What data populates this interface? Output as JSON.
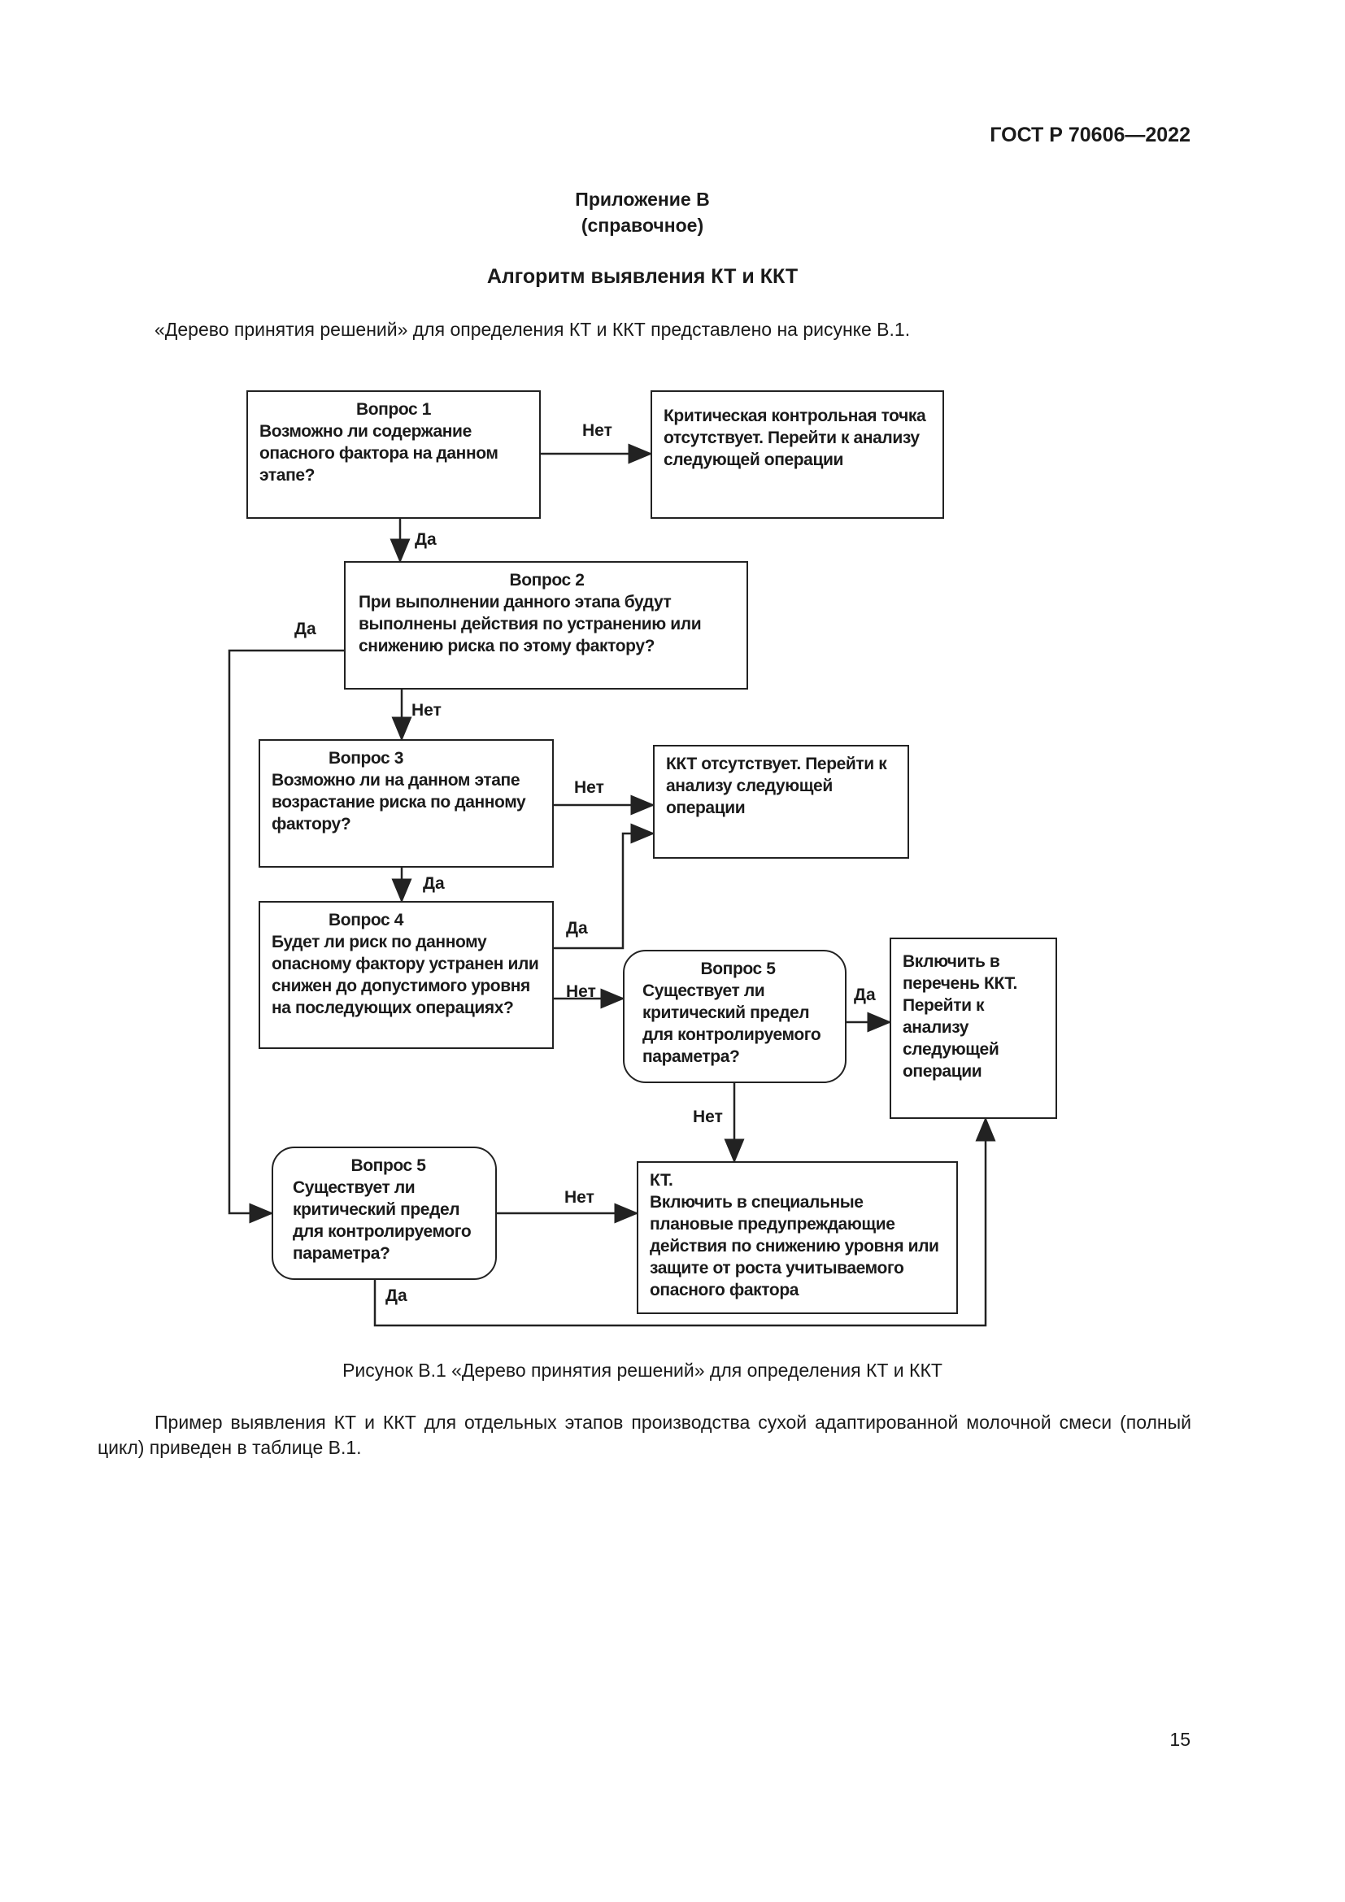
{
  "header": {
    "standard": "ГОСТ Р 70606—2022"
  },
  "appendix": {
    "title": "Приложение В",
    "subtitle": "(справочное)"
  },
  "section_title": "Алгоритм выявления КТ и ККТ",
  "intro": "«Дерево принятия решений» для определения КТ и ККТ представлено на рисунке В.1.",
  "diagram": {
    "q1": {
      "title": "Вопрос 1",
      "text": "Возможно ли содержание опасного фактора на данном этапе?"
    },
    "no_ccp": {
      "text": "Критическая контрольная точка отсутствует. Перейти к анализу следующей операции"
    },
    "q2": {
      "title": "Вопрос 2",
      "text": "При выполнении данного этапа будут выполнены действия по устранению или снижению риска по этому фактору?"
    },
    "q3": {
      "title": "Вопрос 3",
      "text": "Возможно ли на данном этапе возрастание риска по данному фактору?"
    },
    "no_kkt": {
      "text": "ККТ отсутствует. Перейти к анализу следующей операции"
    },
    "q4": {
      "title": "Вопрос 4",
      "text": "Будет ли риск по данному опасному фактору устранен или снижен до допустимого уровня на последующих операциях?"
    },
    "q5a": {
      "title": "Вопрос 5",
      "text": "Существует ли критический предел для контролируемого параметра?"
    },
    "include_kkt": {
      "text": "Включить в перечень ККТ. Перейти к анализу следующей операции"
    },
    "q5b": {
      "title": "Вопрос 5",
      "text": "Существует ли критический предел для контролируемого параметра?"
    },
    "kt": {
      "title": "КТ.",
      "text": "Включить в специальные плановые предупреждающие действия по снижению уровня или защите от роста учитываемого опасного фактора"
    },
    "labels": {
      "yes": "Да",
      "no": "Нет"
    }
  },
  "caption": "Рисунок В.1 «Дерево принятия решений» для определения КТ и ККТ",
  "closing": "Пример выявления КТ и ККТ для отдельных этапов производства сухой адаптированной молочной смеси (полный цикл) приведен в таблице В.1.",
  "page_number": "15"
}
